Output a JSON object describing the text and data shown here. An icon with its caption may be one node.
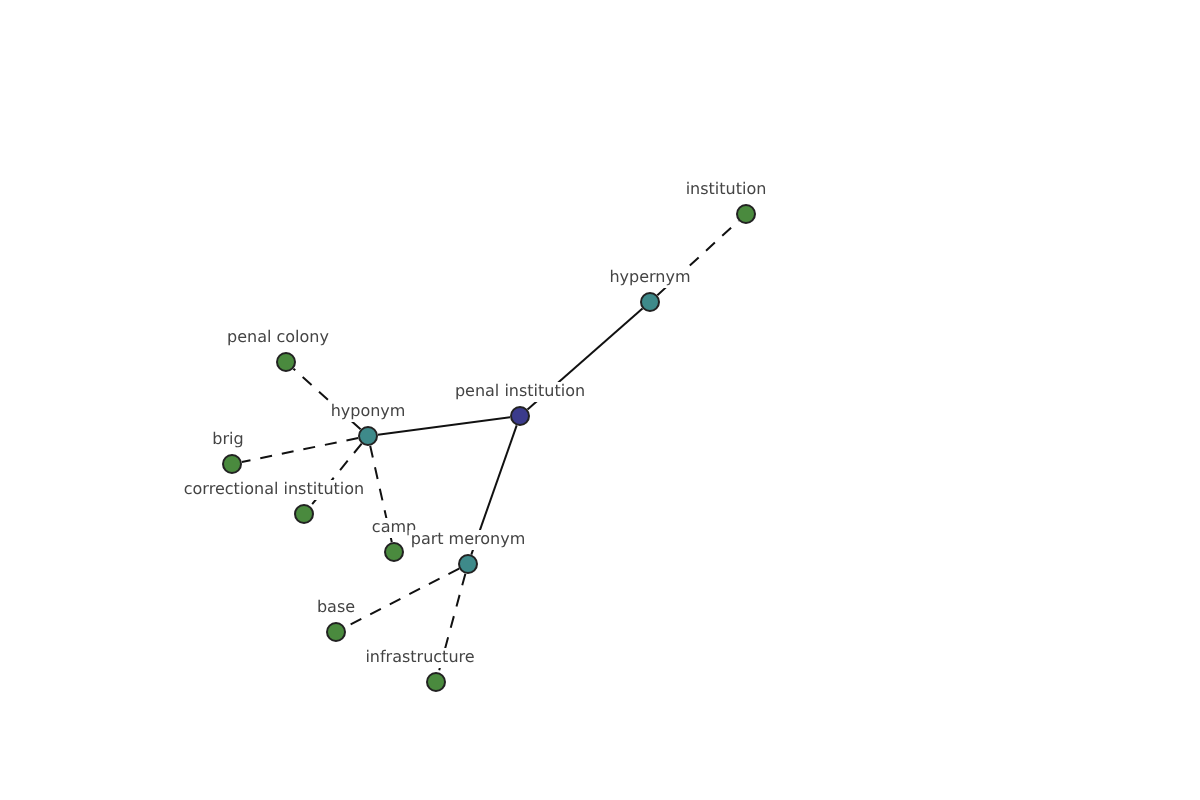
{
  "diagram": {
    "nodes": [
      {
        "text": [
          "penal institution"
        ]
      },
      {
        "text": [
          "hypernym"
        ]
      },
      {
        "text": [
          "institution"
        ]
      },
      {
        "text": [
          "hyponym"
        ]
      },
      {
        "text": [
          "penal colony"
        ]
      },
      {
        "text": [
          "brig"
        ]
      },
      {
        "text": [
          "correctional institution"
        ]
      },
      {
        "text": [
          "camp"
        ]
      },
      {
        "text": [
          "part meronym"
        ]
      },
      {
        "text": [
          "base"
        ]
      },
      {
        "text": [
          "infrastructure"
        ]
      }
    ],
    "edges": [
      {
        "from": 0,
        "to": 1,
        "arrow": "none"
      },
      {
        "from": 1,
        "to": 2,
        "arrow": "none",
        "style": "dashed"
      },
      {
        "from": 0,
        "to": 3,
        "arrow": "none"
      },
      {
        "from": 3,
        "to": 4,
        "arrow": "none",
        "style": "dashed"
      },
      {
        "from": 3,
        "to": 5,
        "arrow": "none",
        "style": "dashed"
      },
      {
        "from": 3,
        "to": 6,
        "arrow": "none",
        "style": "dashed"
      },
      {
        "from": 3,
        "to": 7,
        "arrow": "none",
        "style": "dashed"
      },
      {
        "from": 0,
        "to": 8,
        "arrow": "none"
      },
      {
        "from": 8,
        "to": 9,
        "arrow": "none",
        "style": "dashed"
      },
      {
        "from": 8,
        "to": 10,
        "arrow": "none",
        "style": "dashed"
      }
    ]
  }
}
